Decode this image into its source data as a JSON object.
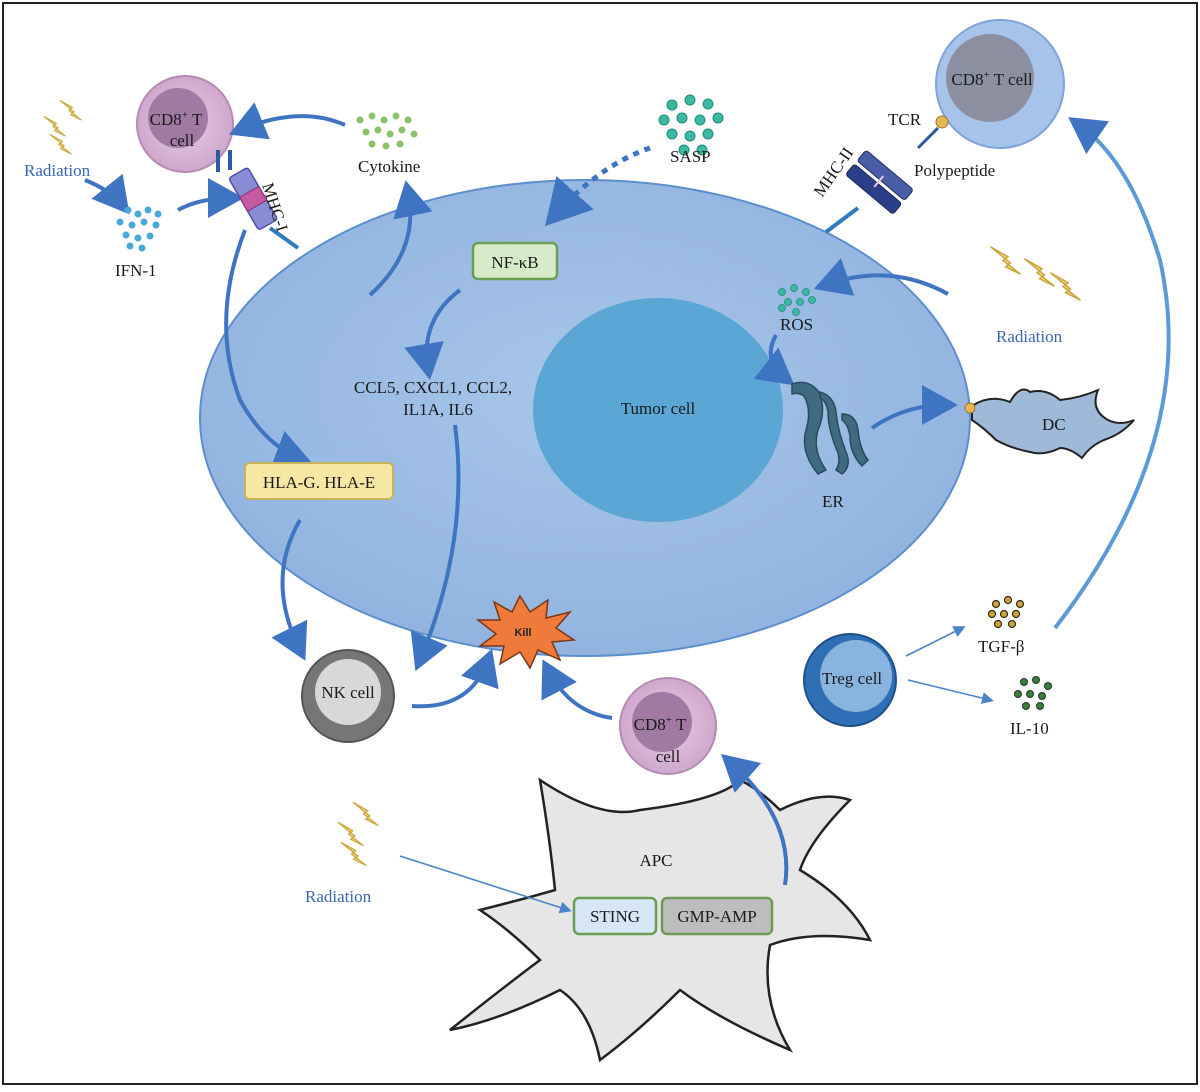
{
  "labels": {
    "radiation_1": "Radiation",
    "radiation_2": "Radiation",
    "radiation_3": "Radiation",
    "ifn1": "IFN-1",
    "cd8_top_left_1": "CD8",
    "cd8_top_left_sup": "+",
    "cd8_top_left_2": " T",
    "cd8_top_left_3": "cell",
    "mhc1": "MHC-I",
    "cytokine": "Cytokine",
    "sasp": "SASP",
    "nfkb": "NF-κB",
    "ccl_line1": "CCL5, CXCL1, CCL2,",
    "ccl_line2": "IL1A, IL6",
    "tumor_cell": "Tumor cell",
    "hla": "HLA-G. HLA-E",
    "tcr": "TCR",
    "cd8_top_right_1": "CD8",
    "cd8_top_right_sup": "+",
    "cd8_top_right_2": " T cell",
    "mhc2": "MHC-II",
    "polypeptide": "Polypeptide",
    "ros": "ROS",
    "er": "ER",
    "dc": "DC",
    "kill": "Kill",
    "nk_cell": "NK cell",
    "cd8_bottom_1": "CD8",
    "cd8_bottom_sup": "+",
    "cd8_bottom_2": " T",
    "cd8_bottom_3": "cell",
    "treg": "Treg cell",
    "tgfb": "TGF-β",
    "il10": "IL-10",
    "apc": "APC",
    "sting": "STING",
    "gmp_amp": "GMP-AMP"
  },
  "colors": {
    "tumor_fill": "#9dbde3",
    "tumor_stroke": "#4f86c6",
    "nucleus": "#5aa6d4",
    "arrow_blue": "#3f74c2",
    "radiation_yellow": "#f1d56a",
    "cd8_pink": "#d8b4d6",
    "cd8_inner": "#a17aa3",
    "nf_kb_fill": "#d6ecc8",
    "nf_kb_stroke": "#6a9e55",
    "hla_fill": "#f6e7a2",
    "treg_blue": "#2f6fb5"
  }
}
